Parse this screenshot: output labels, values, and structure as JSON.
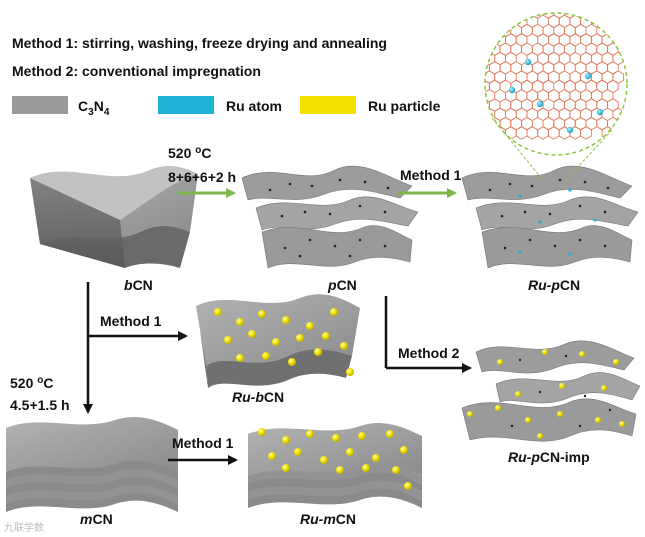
{
  "header": {
    "method1": "Method 1: stirring, washing, freeze drying and annealing",
    "method2": "Method 2: conventional impregnation"
  },
  "legend": {
    "c3n4_main": "C",
    "c3n4_sub1": "3",
    "c3n4_mid": "N",
    "c3n4_sub2": "4",
    "ru_atom": "Ru atom",
    "ru_particle": "Ru particle",
    "colors": {
      "c3n4": "#9a9a9a",
      "ru_atom": "#1fb4d6",
      "ru_particle": "#f2e200"
    }
  },
  "conditions": {
    "top_temp": "520 ",
    "top_deg": "o",
    "top_unit": "C",
    "top_time": "8+6+6+2 h",
    "left_temp": "520 ",
    "left_deg": "o",
    "left_unit": "C",
    "left_time": "4.5+1.5 h"
  },
  "arrows": {
    "top_method": "Method 1",
    "mid_method": "Method 1",
    "bottom_method": "Method 1",
    "right_method": "Method 2"
  },
  "labels": {
    "bcn_prefix": "b",
    "bcn_suffix": "CN",
    "pcn_prefix": "p",
    "pcn_suffix": "CN",
    "rupcn_a": "Ru-",
    "rupcn_b": "p",
    "rupcn_c": "CN",
    "rubcn_a": "Ru-",
    "rubcn_b": "b",
    "rubcn_c": "CN",
    "mcn_prefix": "m",
    "mcn_suffix": "CN",
    "rumcn_a": "Ru-",
    "rumcn_b": "m",
    "rumcn_c": "CN",
    "rupcnimp_a": "Ru-",
    "rupcnimp_b": "p",
    "rupcnimp_c": "CN-imp"
  },
  "watermark": "九联学数"
}
